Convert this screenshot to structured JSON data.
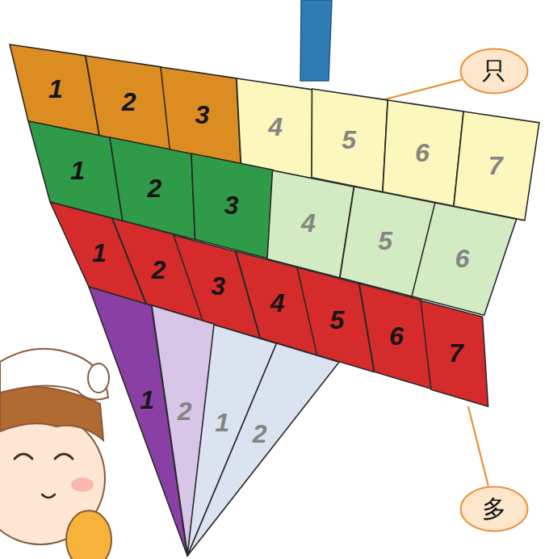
{
  "diagram": {
    "nodes": [
      {
        "text": [
          "1"
        ]
      },
      {
        "text": [
          "2"
        ]
      },
      {
        "text": [
          "3"
        ]
      },
      {
        "text": [
          "4"
        ]
      },
      {
        "text": [
          "5"
        ]
      },
      {
        "text": [
          "6"
        ]
      },
      {
        "text": [
          "7"
        ]
      },
      {
        "text": [
          "1"
        ]
      },
      {
        "text": [
          "2"
        ]
      },
      {
        "text": [
          "3"
        ]
      },
      {
        "text": [
          "4"
        ]
      },
      {
        "text": [
          "5"
        ]
      },
      {
        "text": [
          "6"
        ]
      },
      {
        "text": [
          "1"
        ]
      },
      {
        "text": [
          "2"
        ]
      },
      {
        "text": [
          "3"
        ]
      },
      {
        "text": [
          "4"
        ]
      },
      {
        "text": [
          "5"
        ]
      },
      {
        "text": [
          "6"
        ]
      },
      {
        "text": [
          "7"
        ]
      },
      {
        "text": [
          "1"
        ]
      },
      {
        "text": [
          "2"
        ]
      },
      {
        "text": [
          "1"
        ]
      },
      {
        "text": [
          "2"
        ]
      },
      {
        "text": [
          "只"
        ]
      },
      {
        "text": [
          "多"
        ]
      }
    ],
    "edges": [
      {
        "from": 24,
        "to": 3,
        "arrow": "none"
      },
      {
        "from": 25,
        "to": 19,
        "arrow": "none"
      }
    ]
  }
}
